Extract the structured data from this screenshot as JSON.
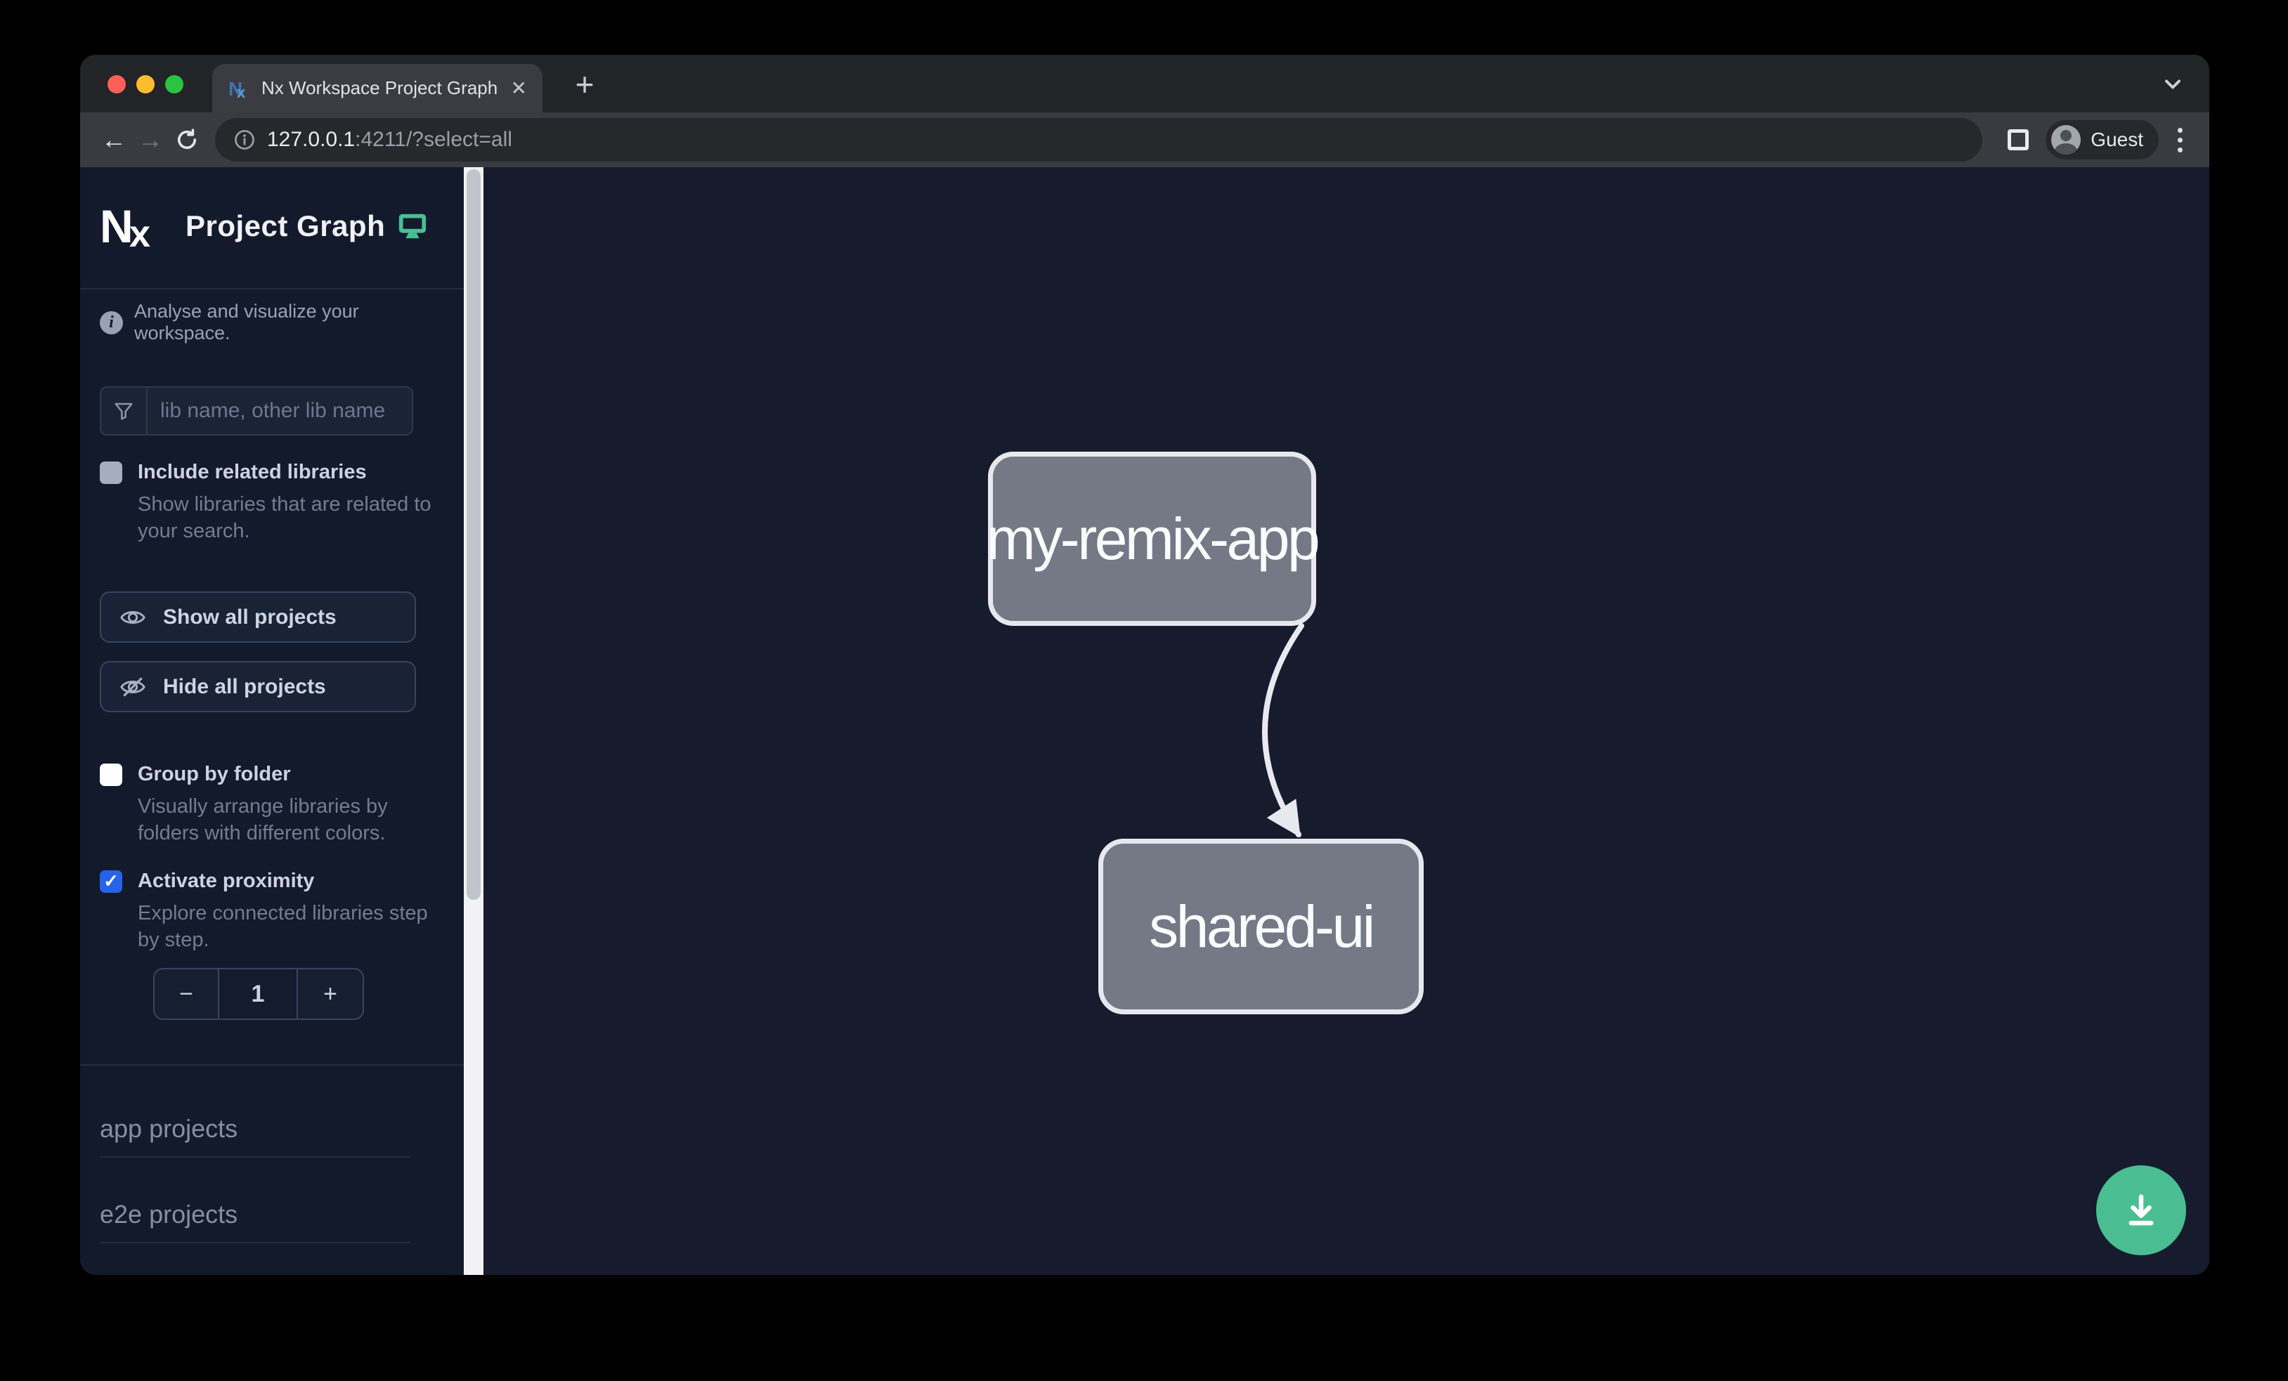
{
  "window": {
    "tab": {
      "title": "Nx Workspace Project Graph"
    },
    "address": {
      "host": "127.0.0.1",
      "path": ":4211/?select=all"
    },
    "profile": {
      "label": "Guest"
    }
  },
  "sidebar": {
    "brand": {
      "title": "Project Graph"
    },
    "tagline": "Analyse and visualize your workspace.",
    "search": {
      "placeholder": "lib name, other lib name"
    },
    "options": {
      "include_related": {
        "label": "Include related libraries",
        "description": "Show libraries that are related to your search.",
        "checked": false,
        "disabled": true
      },
      "group_by_folder": {
        "label": "Group by folder",
        "description": "Visually arrange libraries by folders with different colors.",
        "checked": false
      },
      "activate_proximity": {
        "label": "Activate proximity",
        "description": "Explore connected libraries step by step.",
        "checked": true
      }
    },
    "actions": {
      "show_all": "Show all projects",
      "hide_all": "Hide all projects"
    },
    "proximity_stepper": {
      "decrement": "−",
      "value": "1",
      "increment": "+"
    },
    "sections": [
      {
        "label": "app projects"
      },
      {
        "label": "e2e projects"
      }
    ]
  },
  "graph": {
    "nodes": [
      {
        "id": "my-remix-app"
      },
      {
        "id": "shared-ui"
      }
    ],
    "edges": [
      {
        "source": "my-remix-app",
        "target": "shared-ui"
      }
    ]
  },
  "colors": {
    "accent_teal": "#4abe92",
    "checkbox_blue": "#2563eb",
    "node_fill": "#747985",
    "node_border": "#e7e8ee",
    "sidebar_bg": "#131a2c",
    "graph_bg": "#161c2e"
  }
}
